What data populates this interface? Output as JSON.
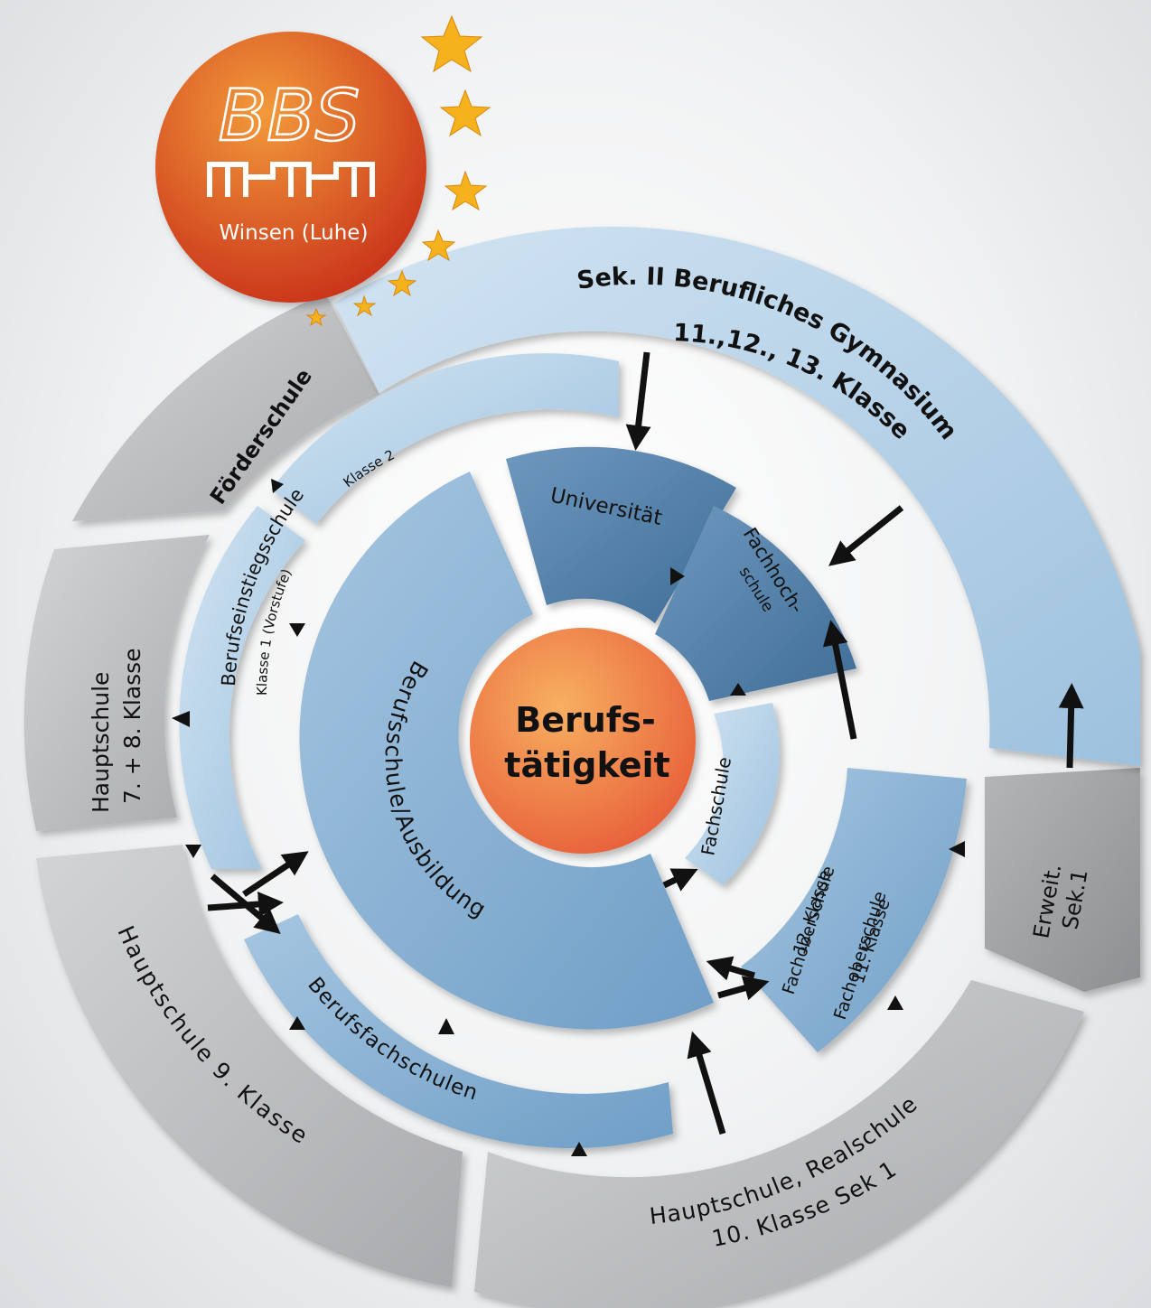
{
  "logo": {
    "name": "BBS",
    "place": "Winsen (Luhe)"
  },
  "center": {
    "line1": "Berufs-",
    "line2": "tätigkeit"
  },
  "rings": {
    "universitaet": "Universität",
    "fachhochschule_line1": "Fachhoch-",
    "fachhochschule_line2": "schule",
    "berufsschule": "Berufsschule/Ausbildung",
    "fachschule": "Fachschule",
    "fos12_line1": "12. Klasse",
    "fos12_line2": "Fachoberschule",
    "fos11_line1": "11. Klasse",
    "fos11_line2": "Fachoberschule",
    "berufsfachschulen": "Berufsfachschulen",
    "bes_title": "Berufseinstiegsschule",
    "bes_klasse2": "Klasse 2",
    "bes_klasse1": "Klasse 1 (Vorstufe)",
    "bgy_line1": "Sek. II Berufliches Gymnasium",
    "bgy_line2": "11.,12., 13. Klasse",
    "foerderschule": "Förderschule",
    "hs78_line1": "Hauptschule",
    "hs78_line2": "7. + 8. Klasse",
    "hs9": "Hauptschule 9. Klasse",
    "hsrs10_line1": "Hauptschule, Realschule",
    "hsrs10_line2": "10. Klasse Sek 1",
    "erweit_line1": "Erweit.",
    "erweit_line2": "Sek.1"
  },
  "colors": {
    "light_blue": "#a9cbe3",
    "mid_blue": "#7fa9cc",
    "dark_blue": "#4f7fa8",
    "grey": "#b5b6b8",
    "dark_grey": "#9b9c9e",
    "orange": "#ef7d45",
    "logo_red": "#d8431d",
    "star": "#f6b21c"
  }
}
